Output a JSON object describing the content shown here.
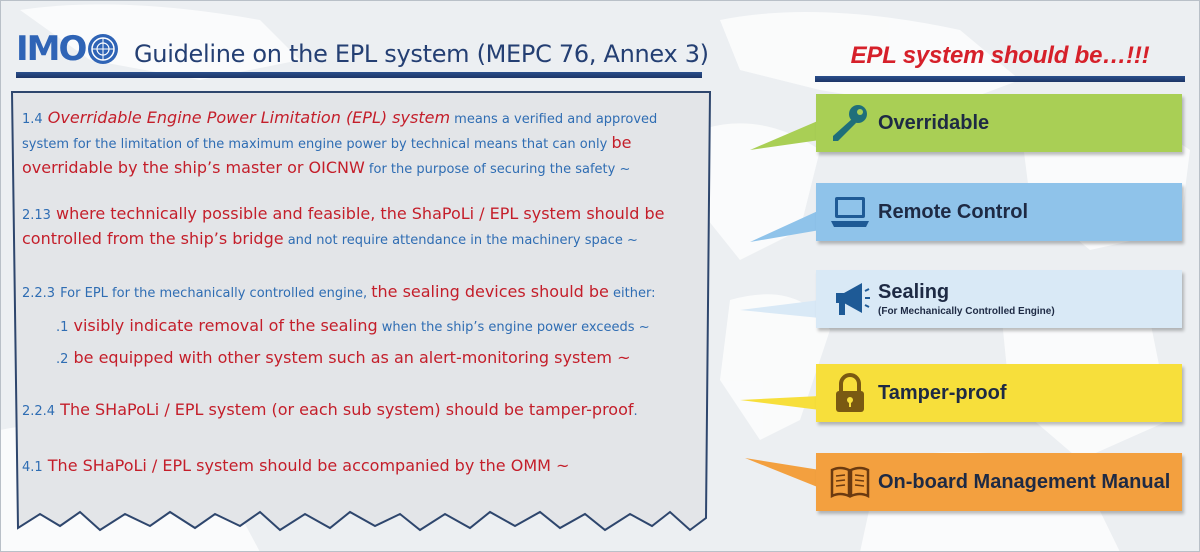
{
  "header": {
    "logo_text": "IMO",
    "title": "Guideline on the EPL system (MEPC 76, Annex 3)",
    "right_heading": "EPL system should be…!!!"
  },
  "clauses": [
    {
      "num": "1.4",
      "parts": [
        {
          "style": "redi",
          "text": "Overridable Engine Power Limitation (EPL) system"
        },
        {
          "style": "blue",
          "text": " means a verified and approved system for the limitation of the maximum engine power by technical means that can only "
        },
        {
          "style": "red",
          "text": "be overridable by the ship’s master or OICNW"
        },
        {
          "style": "blue",
          "text": " for the purpose of securing the safety ~"
        }
      ]
    },
    {
      "num": "2.13",
      "parts": [
        {
          "style": "red",
          "text": "where technically possible and feasible, the ShaPoLi / EPL system should be controlled from the ship’s bridge"
        },
        {
          "style": "blue",
          "text": " and not require attendance in the machinery space ~"
        }
      ]
    },
    {
      "num": "2.2.3",
      "parts": [
        {
          "style": "blue",
          "text": "For EPL for the mechanically controlled engine, "
        },
        {
          "style": "red",
          "text": "the sealing devices should be"
        },
        {
          "style": "blue",
          "text": " either:"
        }
      ]
    },
    {
      "num": ".1",
      "parts": [
        {
          "style": "red",
          "text": "visibly indicate removal of the sealing"
        },
        {
          "style": "blue",
          "text": " when the ship’s engine power exceeds ~"
        }
      ]
    },
    {
      "num": ".2",
      "parts": [
        {
          "style": "red",
          "text": "be equipped with other system such as an alert-monitoring system ~"
        }
      ]
    },
    {
      "num": "2.2.4",
      "parts": [
        {
          "style": "red",
          "text": "The SHaPoLi / EPL system (or each sub system) should be tamper-proof"
        },
        {
          "style": "blue",
          "text": "."
        }
      ]
    },
    {
      "num": "4.1",
      "parts": [
        {
          "style": "red",
          "text": "The SHaPoLi / EPL system should be accompanied by the OMM ~"
        }
      ]
    }
  ],
  "boxes": [
    {
      "label": "Overridable",
      "sub": "",
      "icon": "key-icon",
      "color": "#a9cf55"
    },
    {
      "label": "Remote Control",
      "sub": "",
      "icon": "laptop-icon",
      "color": "#8fc3ea"
    },
    {
      "label": "Sealing",
      "sub": "(For Mechanically Controlled Engine)",
      "icon": "megaphone-icon",
      "color": "#d9e9f6"
    },
    {
      "label": "Tamper-proof",
      "sub": "",
      "icon": "padlock-icon",
      "color": "#f7df3b"
    },
    {
      "label": "On-board Management Manual",
      "sub": "",
      "icon": "book-icon",
      "color": "#f3a03f"
    }
  ]
}
